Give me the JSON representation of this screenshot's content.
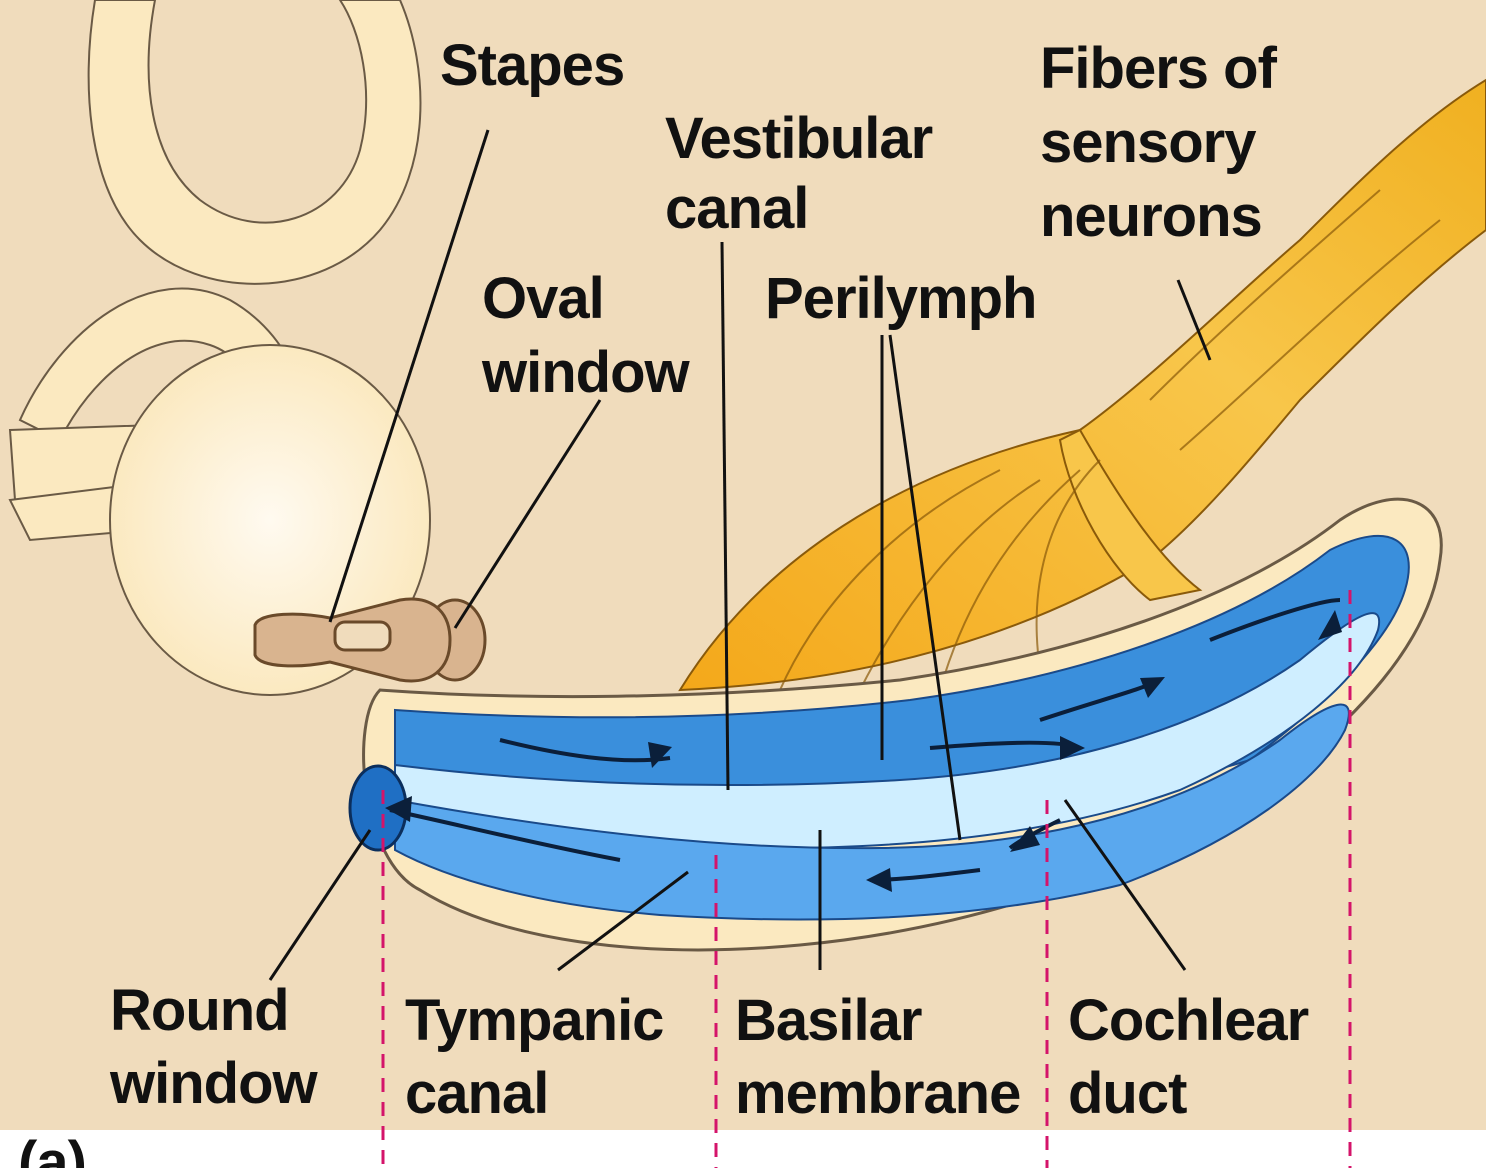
{
  "labels": {
    "stapes": "Stapes",
    "vestibular_canal": [
      "Vestibular",
      "canal"
    ],
    "fibers": [
      "Fibers of",
      "sensory",
      "neurons"
    ],
    "oval_window": [
      "Oval",
      "window"
    ],
    "perilymph": "Perilymph",
    "round_window": [
      "Round",
      "window"
    ],
    "tympanic_canal": [
      "Tympanic",
      "canal"
    ],
    "basilar_membrane": [
      "Basilar",
      "membrane"
    ],
    "cochlear_duct": [
      "Cochlear",
      "duct"
    ],
    "panel_letter": "(a)"
  },
  "colors": {
    "background": "#f0dcbc",
    "bone": "#fbe9c0",
    "canal_dark": "#3a8fdc",
    "canal_mid": "#6fb6f0",
    "duct_light": "#cfeeff",
    "nerve": "#f2b21e",
    "stapes": "#d9b48f",
    "guide_line": "#d4146a"
  }
}
